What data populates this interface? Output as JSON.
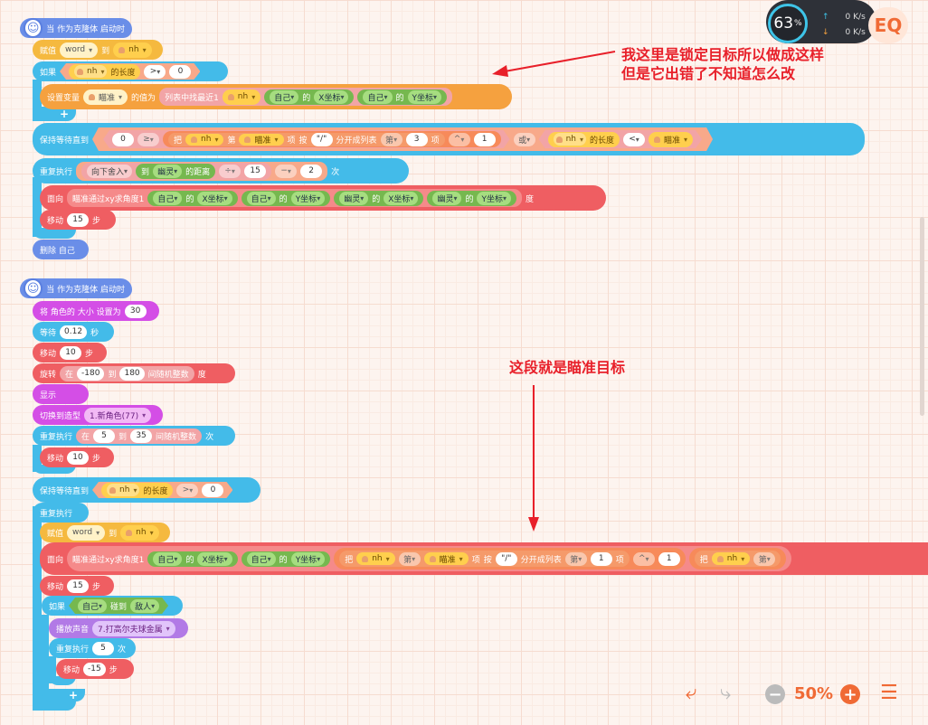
{
  "annotations": {
    "a1_line1": "我这里是锁定目标所以做成这样",
    "a1_line2": "但是它出错了不知道怎么改",
    "a2": "这段就是瞄准目标"
  },
  "w": {
    "hat": "当 作为克隆体 启动时",
    "assign": "赋值",
    "word": "word",
    "to": "到",
    "nh": "nh",
    "if": "如果",
    "len": "的长度",
    "gt": ">",
    "zero": "0",
    "setvar": "设置变量",
    "aim": "瞄准",
    "valueis": "的值为",
    "nearest": "列表中找最近1",
    "self": "自己",
    "of": "的",
    "xpos": "X坐标",
    "ypos": "Y坐标",
    "waituntil": "保持等待直到",
    "ge": "≥",
    "ba": "把",
    "di": "第",
    "item": "项",
    "by": "按",
    "slash": "\"/\"",
    "split": "分开成列表",
    "three": "3",
    "xiang": "项",
    "caret": "^",
    "one": "1",
    "or": "或",
    "lt": "<",
    "repeat": "重复执行",
    "floor": "向下舍入",
    "dist_to": "到",
    "ghost": "幽灵",
    "dist": "的距离",
    "div": "÷",
    "fifteen": "15",
    "minus": "−",
    "two": "2",
    "times": "次",
    "face": "面向",
    "atan": "瞄准通过xy求角度1",
    "degree": "度",
    "move": "移动",
    "step": "步",
    "del": "删除 自己"
  },
  "s2": {
    "hat": "当 作为克隆体 启动时",
    "size": "将 角色的 大小 设置为",
    "thirty": "30",
    "wait": "等待",
    "wt": "0.12",
    "sec": "秒",
    "move": "移动",
    "ten": "10",
    "step": "步",
    "turn": "旋转",
    "at": "在",
    "n180": "-180",
    "to": "到",
    "p180": "180",
    "rand": "间随机整数",
    "deg": "度",
    "show": "显示",
    "costume": "切换到造型",
    "costval": "1.新角色(77)",
    "repeat": "重复执行",
    "five": "5",
    "thirtyfive": "35",
    "times": "次",
    "waituntil": "保持等待直到",
    "nh": "nh",
    "len": "的长度",
    "gt": ">",
    "zero": "0",
    "forever": "重复执行",
    "assign": "赋值",
    "word": "word",
    "face": "面向",
    "atan": "瞄准通过xy求角度1",
    "self": "自己",
    "of": "的",
    "xpos": "X坐标",
    "ypos": "Y坐标",
    "ba": "把",
    "di": "第",
    "aim": "瞄准",
    "item": "项",
    "by": "按",
    "slash": "\"/\"",
    "split": "分开成列表",
    "one": "1",
    "caret": "^",
    "mv15": "15",
    "if": "如果",
    "touch": "碰到",
    "enemy": "敌人",
    "sound": "播放声音",
    "soundval": "7.打高尔夫球金属",
    "rep5": "5",
    "mvn15": "-15"
  },
  "widget": {
    "cpu": "63",
    "pct": "%",
    "up": "0 K/s",
    "down": "0 K/s"
  },
  "toolbar": {
    "zoom": "50%",
    "eq": "EQ"
  }
}
